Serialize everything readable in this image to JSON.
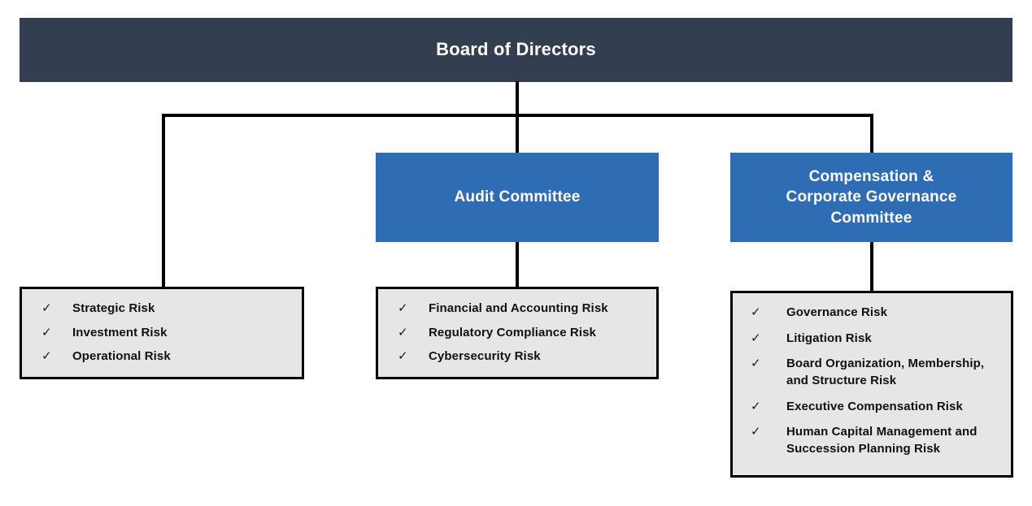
{
  "colors": {
    "navy": "#333e50",
    "blue": "#2e6db4",
    "gray": "#e6e6e6",
    "line": "#000000",
    "text_light": "#ffffff",
    "text_dark": "#111111"
  },
  "board": {
    "title": "Board of Directors"
  },
  "committees": [
    {
      "id": "audit",
      "title": "Audit Committee"
    },
    {
      "id": "compensation",
      "title": "Compensation &\nCorporate Governance\nCommittee"
    }
  ],
  "check_glyph": "✓",
  "risk_groups": [
    {
      "id": "board-risks",
      "owner": "Board of Directors",
      "items": [
        "Strategic Risk",
        "Investment Risk",
        "Operational Risk"
      ]
    },
    {
      "id": "audit-risks",
      "owner": "Audit Committee",
      "items": [
        "Financial and Accounting Risk",
        "Regulatory Compliance Risk",
        "Cybersecurity Risk"
      ]
    },
    {
      "id": "compensation-risks",
      "owner": "Compensation & Corporate Governance Committee",
      "items": [
        "Governance Risk",
        "Litigation Risk",
        "Board Organization, Membership, and Structure Risk",
        "Executive Compensation Risk",
        "Human Capital Management and Succession Planning Risk"
      ]
    }
  ]
}
